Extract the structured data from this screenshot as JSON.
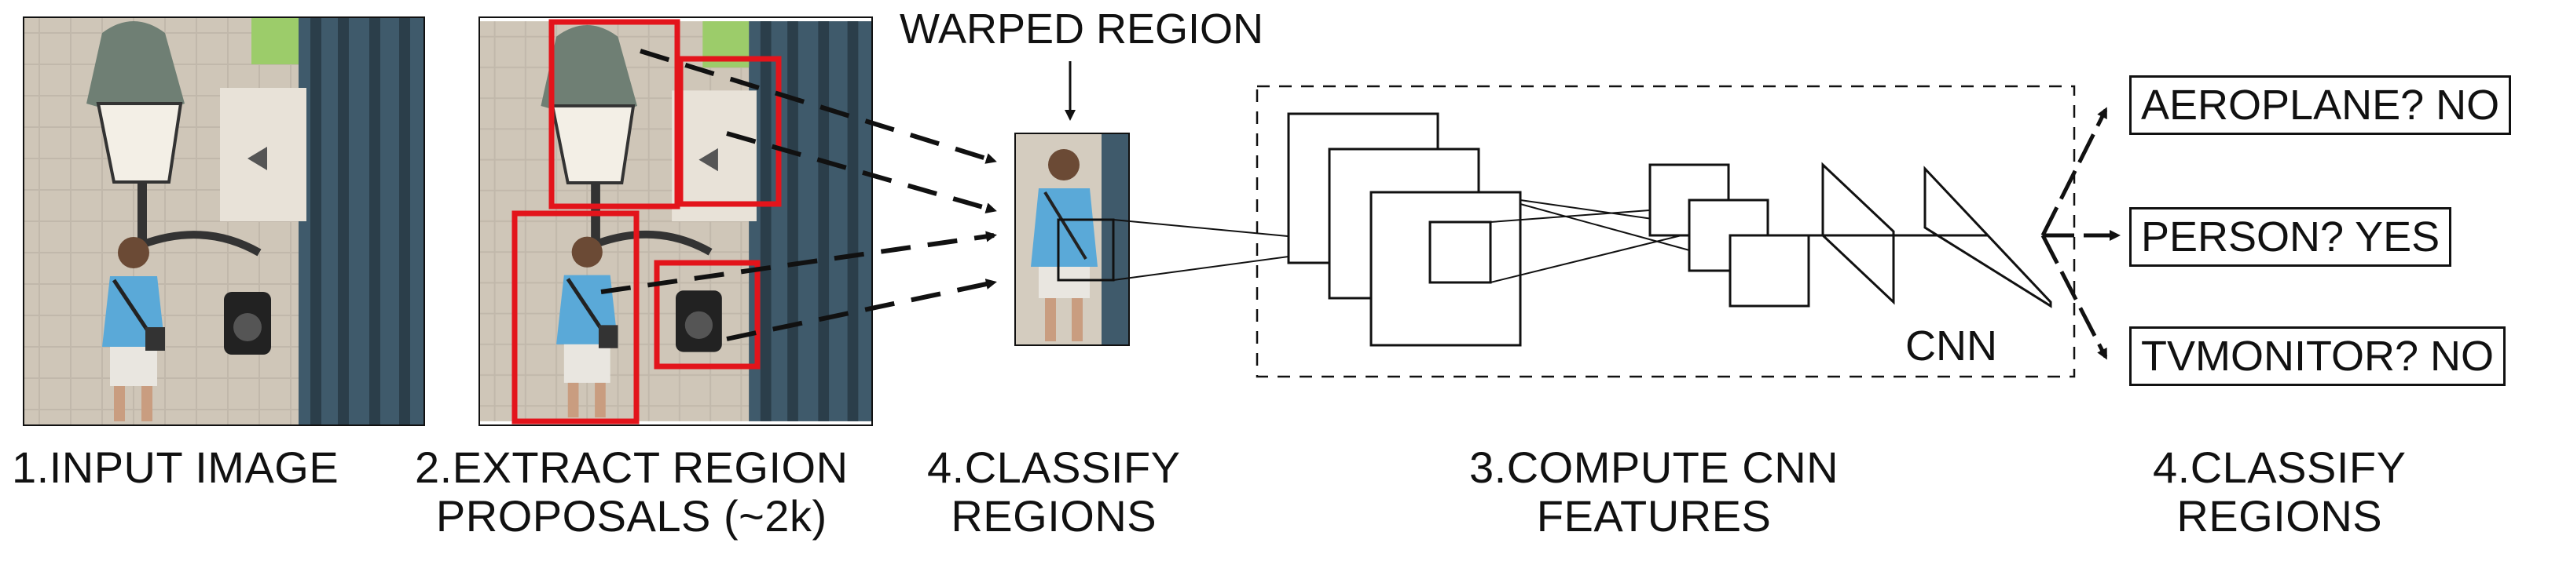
{
  "title": "WARPED REGION",
  "cnn_label": "CNN",
  "stages": [
    {
      "line1": "1.INPUT IMAGE",
      "line2": ""
    },
    {
      "line1": "2.EXTRACT REGION",
      "line2": "PROPOSALS (~2k)"
    },
    {
      "line1": "4.CLASSIFY",
      "line2": "REGIONS"
    },
    {
      "line1": "3.COMPUTE  CNN",
      "line2": "FEATURES"
    },
    {
      "line1": "4.CLASSIFY",
      "line2": "REGIONS"
    }
  ],
  "outputs": [
    {
      "text": "AEROPLANE? NO"
    },
    {
      "text": "PERSON? YES"
    },
    {
      "text": "TVMONITOR? NO"
    }
  ],
  "colors": {
    "proposal_box": "#e3141b",
    "line": "#111111",
    "shirt": "#5aa9d8",
    "facade": "#3f5a6b",
    "pavement": "#cfc6b8"
  }
}
